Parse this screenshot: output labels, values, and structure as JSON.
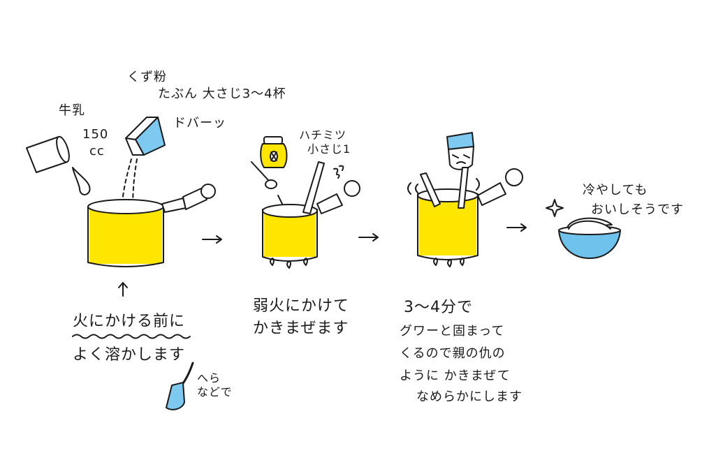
{
  "colors": {
    "pot_yellow": "#ffe600",
    "package_blue": "#7dc9f0",
    "bowl_blue": "#6ec2ec",
    "ink": "#1a1a1a",
    "paper": "#ffffff"
  },
  "ingredients": {
    "milk_label": "牛乳",
    "milk_amount": "150",
    "milk_unit": "cc",
    "kuzu_label": "くず粉",
    "kuzu_amount": "たぶん 大さじ3〜4杯",
    "pour_sound": "ドバーッ",
    "honey_label": "ハチミツ",
    "honey_amount": "小さじ1"
  },
  "steps": [
    {
      "lines": [
        "火にかける前に",
        "よく溶かします"
      ]
    },
    {
      "lines": [
        "弱火にかけて",
        "かきまぜます"
      ]
    },
    {
      "lines": [
        "3〜4分で",
        "グワーと固まって",
        "くるので親の仇の",
        "ように かきまぜて",
        "なめらかにします"
      ]
    }
  ],
  "tool_note": [
    "へら",
    "などで"
  ],
  "final_note": [
    "冷やしても",
    "おいしそうです"
  ]
}
